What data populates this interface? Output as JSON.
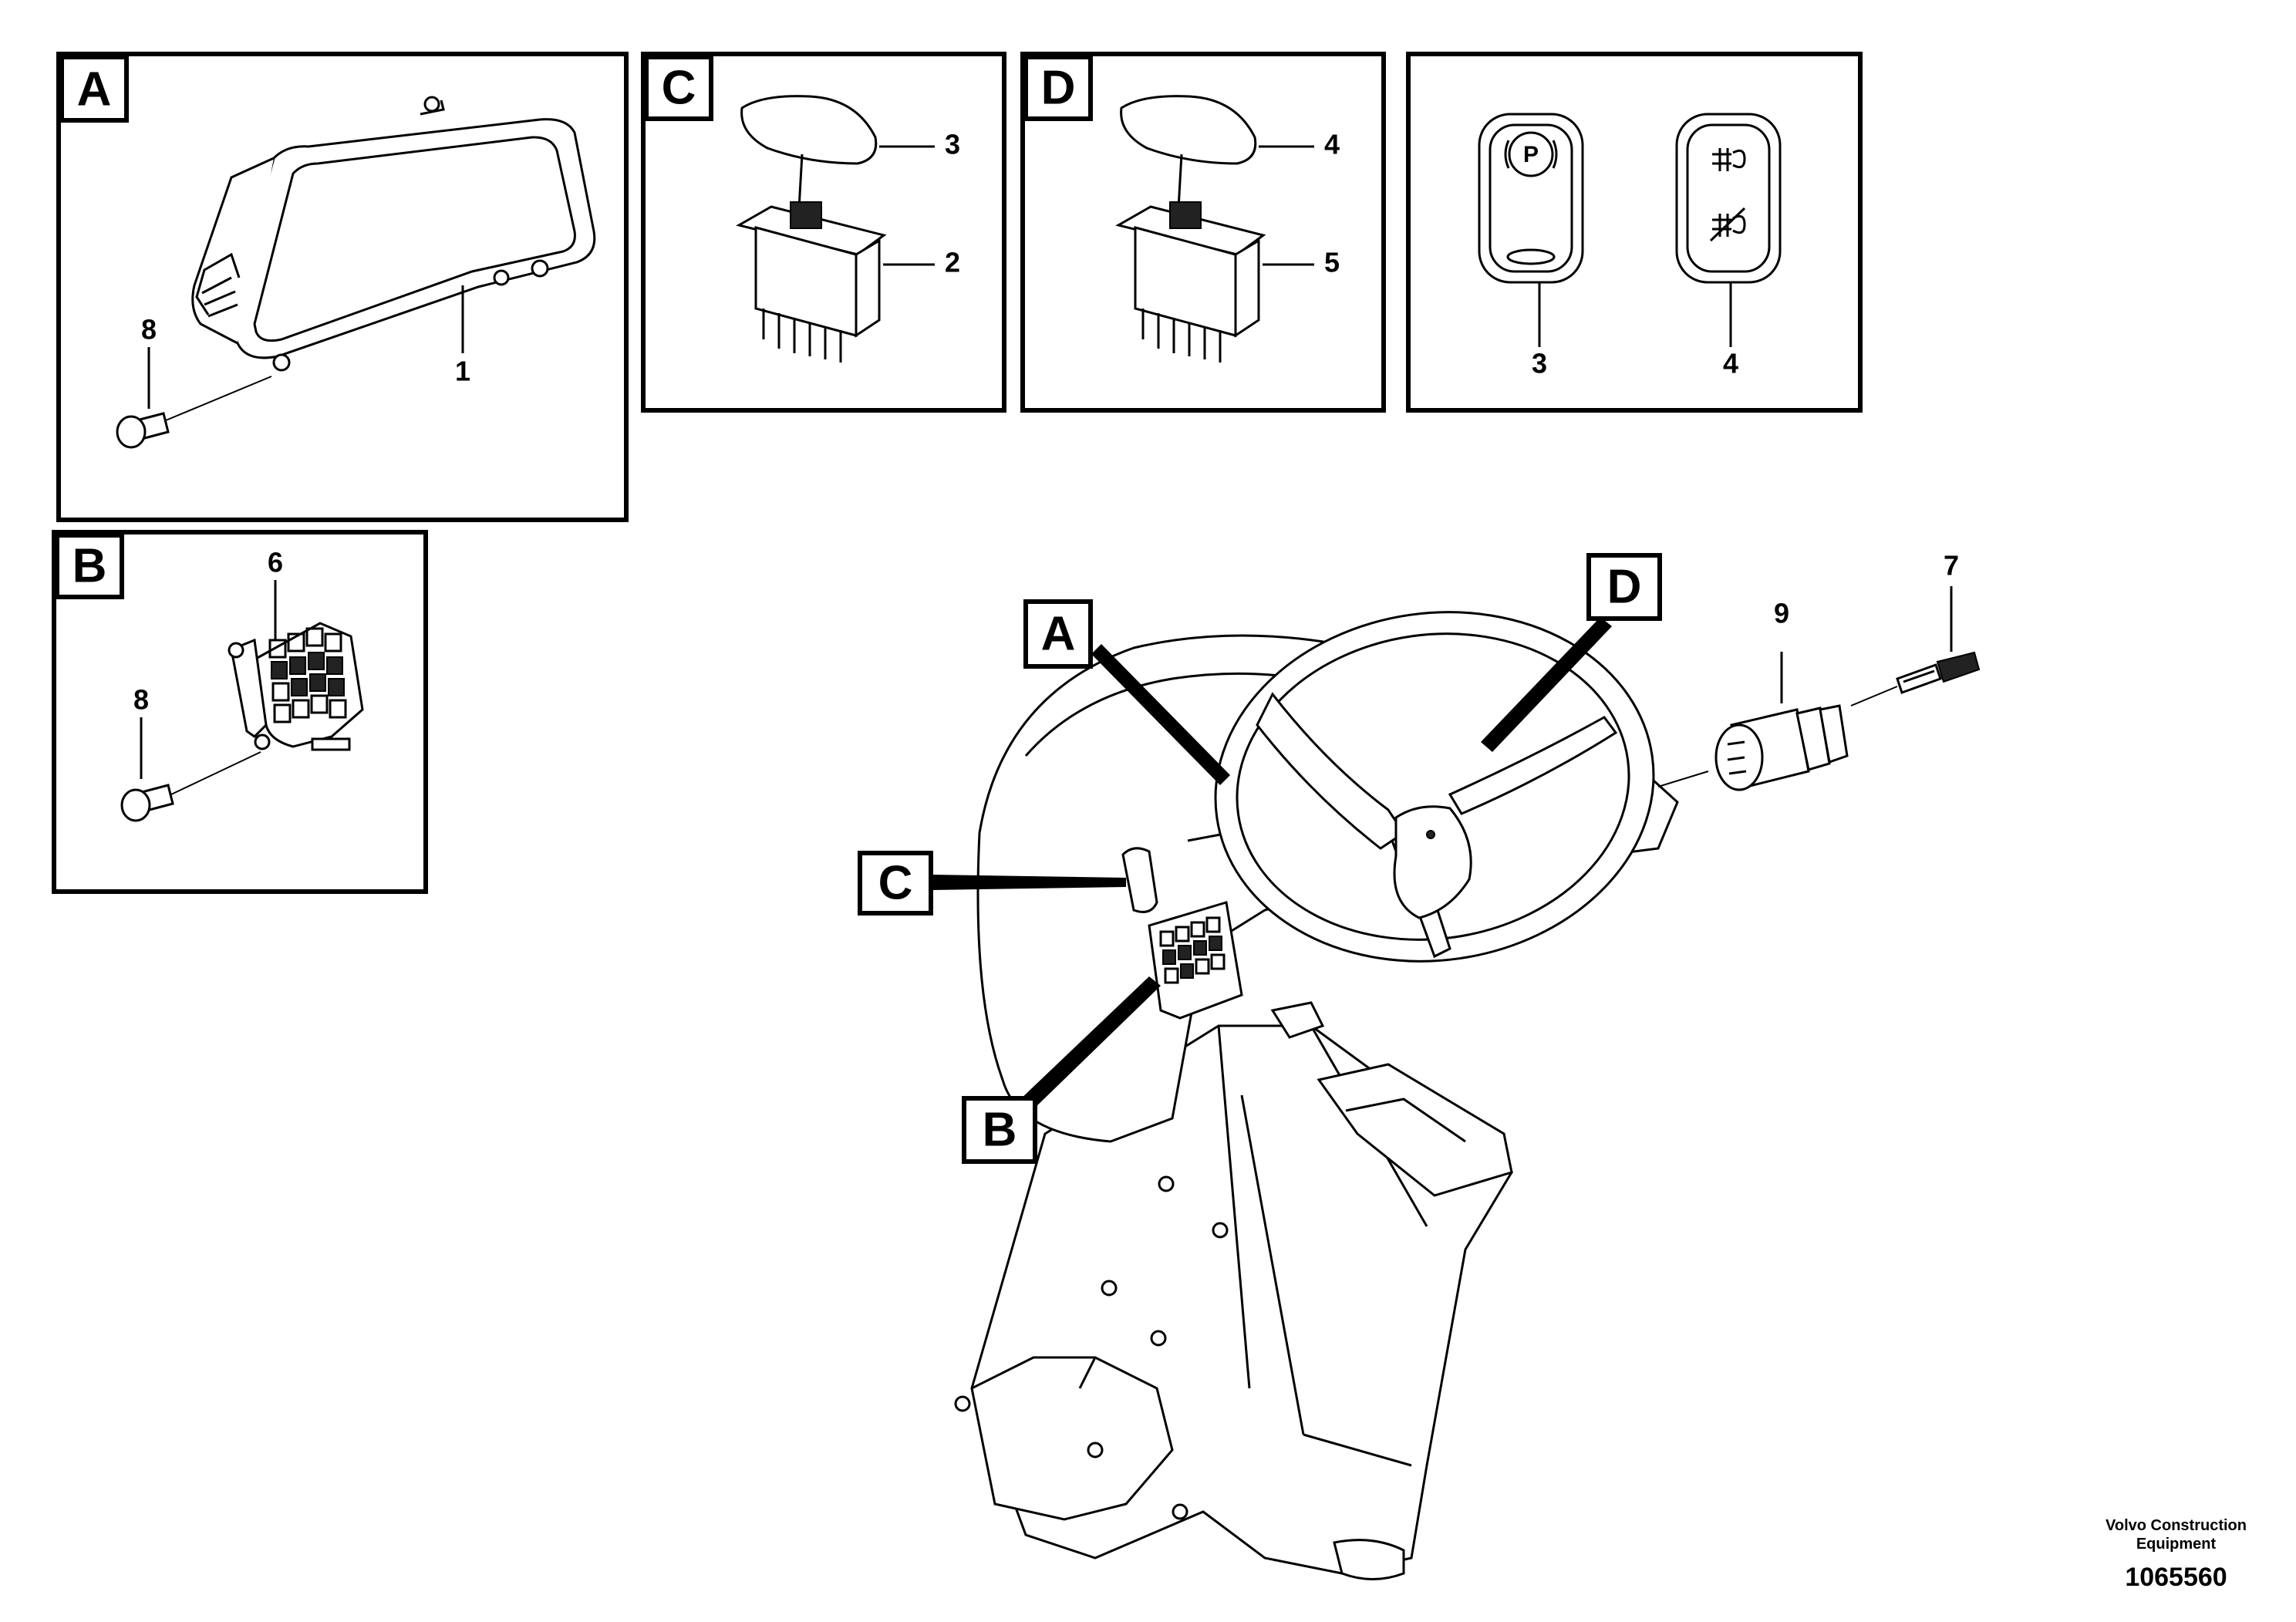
{
  "boxes": {
    "A": "A",
    "B": "B",
    "C": "C",
    "D": "D"
  },
  "callouts": {
    "cluster_A": "A",
    "keypad_B": "B",
    "switch_C": "C",
    "switch_D": "D"
  },
  "parts": {
    "p1": "1",
    "p2": "2",
    "p3_box_c": "3",
    "p3_box_sym": "3",
    "p4_box_d": "4",
    "p4_box_sym": "4",
    "p5": "5",
    "p6": "6",
    "p7": "7",
    "p8_box_a": "8",
    "p8_box_b": "8",
    "p9": "9"
  },
  "credit": {
    "company_line1": "Volvo Construction",
    "company_line2": "Equipment",
    "doc_number": "1065560"
  },
  "icons": [
    "parking-brake-icon",
    "differential-lock-icon"
  ]
}
